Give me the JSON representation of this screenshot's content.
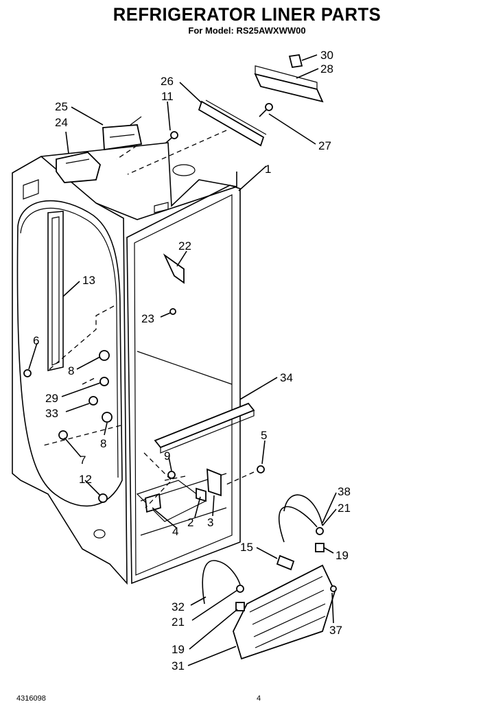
{
  "title": "REFRIGERATOR LINER PARTS",
  "subtitle": "For Model: RS25AWXWW00",
  "footer": {
    "doc_number": "4316098",
    "page_number": "4"
  },
  "callouts": {
    "c30": "30",
    "c28": "28",
    "c26": "26",
    "c11": "11",
    "c25": "25",
    "c24": "24",
    "c27": "27",
    "c1": "1",
    "c22": "22",
    "c13": "13",
    "c23": "23",
    "c6": "6",
    "c8a": "8",
    "c34": "34",
    "c29": "29",
    "c33": "33",
    "c8b": "8",
    "c5": "5",
    "c7": "7",
    "c9": "9",
    "c38": "38",
    "c12": "12",
    "c21a": "21",
    "c2": "2",
    "c3": "3",
    "c4": "4",
    "c19a": "19",
    "c15": "15",
    "c32": "32",
    "c21b": "21",
    "c37": "37",
    "c19b": "19",
    "c31": "31"
  }
}
